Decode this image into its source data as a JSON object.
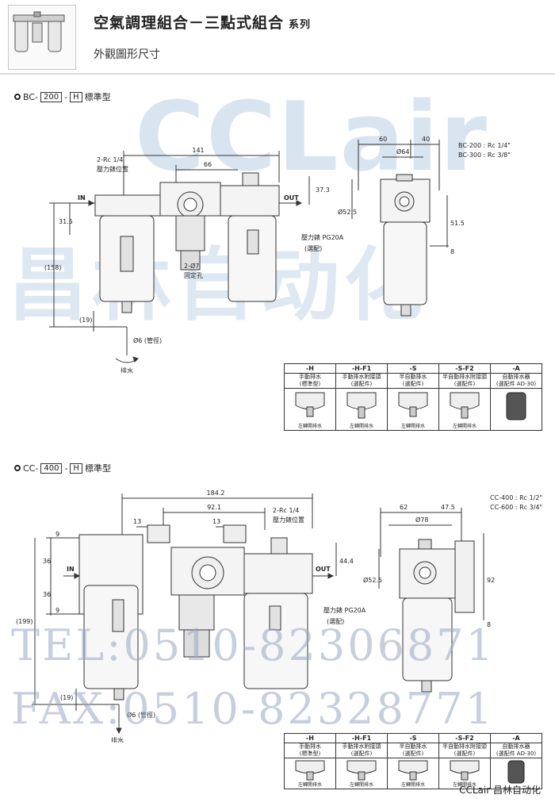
{
  "header": {
    "title": "空氣調理組合－三點式組合",
    "series": "系列",
    "subtitle": "外觀圖形尺寸"
  },
  "watermark": {
    "brand": "CCLair",
    "brand_cn": "昌林自动化",
    "tel": "TEL:0510-82306871",
    "fax": "FAX:0510-82328771",
    "footer": "CCLair 昌林自动化"
  },
  "section_bc": {
    "prefix": "BC-",
    "model_box": "200",
    "dash": "-",
    "suffix_box": "H",
    "type_label": "標準型",
    "dims": {
      "d141": "141",
      "d66": "66",
      "d37_3": "37.3",
      "d31_5": "31.5",
      "d158": "(158)",
      "d19": "(19)",
      "d60": "60",
      "d40": "40",
      "d64": "Ø64",
      "d52_5": "Ø52.5",
      "d51_5": "51.5",
      "d8": "8",
      "d6": "Ø6 (管徑)"
    },
    "labels": {
      "rc": "2-Rc 1/4",
      "gauge_pos": "壓力錶位置",
      "in": "IN",
      "out": "OUT",
      "mount_hole": "2-Ø7",
      "mount_hole_label": "固定孔",
      "gauge": "壓力錶 PG20A",
      "optional": "(選配)",
      "drain": "排水",
      "port200": "BC-200 : Rc 1/4\"",
      "port300": "BC-300 : Rc 3/8\""
    }
  },
  "section_cc": {
    "prefix": "CC-",
    "model_box": "400",
    "dash": "-",
    "suffix_box": "H",
    "type_label": "標準型",
    "dims": {
      "d184_2": "184.2",
      "d92_1": "92.1",
      "d13a": "13",
      "d13b": "13",
      "d9a": "9",
      "d9b": "9",
      "d36a": "36",
      "d36b": "36",
      "d44_4": "44.4",
      "d199": "(199)",
      "d19": "(19)",
      "d62": "62",
      "d47_5": "47.5",
      "d78": "Ø78",
      "d52_5": "Ø52.5",
      "d92": "92",
      "d8": "8",
      "d6": "Ø6 (管徑)"
    },
    "labels": {
      "rc": "2-Rc 1/4",
      "gauge_pos": "壓力錶位置",
      "in": "IN",
      "out": "OUT",
      "gauge": "壓力錶 PG20A",
      "optional": "(選配)",
      "drain": "排水",
      "port400": "CC-400 : Rc 1/2\"",
      "port600": "CC-600 : Rc 3/4\""
    }
  },
  "option_table": {
    "headers": [
      "-H",
      "-H-F1",
      "-S",
      "-S-F2",
      "-A"
    ],
    "descs": [
      [
        "手動排水",
        "(標準型)"
      ],
      [
        "手動排水附接頭",
        "(選配件)"
      ],
      [
        "半自動排水",
        "(選配件)"
      ],
      [
        "半自動排水附接頭",
        "(選配件)"
      ],
      [
        "自動排水器",
        "(選配件 AD-30)"
      ]
    ],
    "pic_labels": [
      "左轉開排水",
      "左轉開排水",
      "左轉開排水",
      "左轉開排水",
      ""
    ]
  }
}
